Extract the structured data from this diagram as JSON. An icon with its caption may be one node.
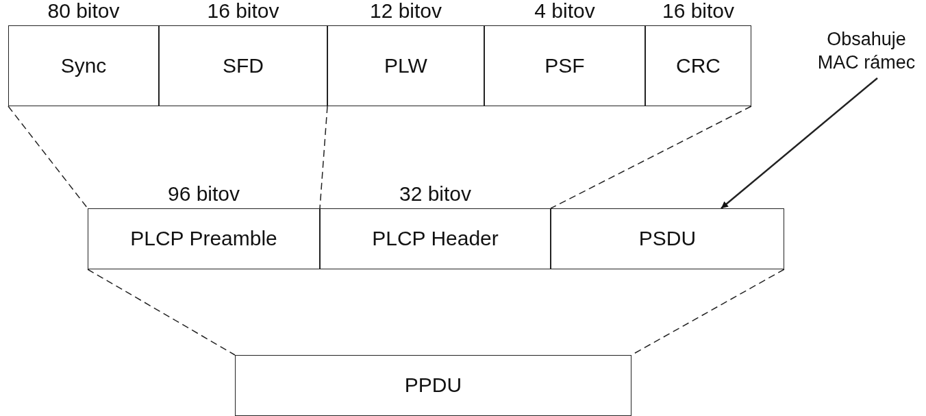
{
  "diagram": {
    "nodes": [
      {
        "text": [
          "Sync"
        ],
        "beside": [
          "80 bitov"
        ]
      },
      {
        "text": [
          "SFD"
        ],
        "beside": [
          "16 bitov"
        ]
      },
      {
        "text": [
          "PLW"
        ],
        "beside": [
          "12 bitov"
        ]
      },
      {
        "text": [
          "PSF"
        ],
        "beside": [
          "4 bitov"
        ]
      },
      {
        "text": [
          "CRC"
        ],
        "beside": [
          "16 bitov"
        ]
      },
      {
        "text": [
          "Obsahuje MAC rámec"
        ]
      },
      {
        "text": [
          "PLCP Preamble"
        ],
        "beside": [
          "96 bitov"
        ]
      },
      {
        "text": [
          "PLCP Header"
        ],
        "beside": [
          "32 bitov"
        ]
      },
      {
        "text": [
          "PSDU"
        ]
      },
      {
        "text": [
          "PPDU"
        ]
      }
    ],
    "edges": [
      {
        "from": 0,
        "to": 6,
        "arrow": "none",
        "style": "dashed"
      },
      {
        "from": 1,
        "to": 6,
        "arrow": "none",
        "style": "dashed"
      },
      {
        "from": 4,
        "to": 7,
        "arrow": "none",
        "style": "dashed"
      },
      {
        "from": 6,
        "to": 9,
        "arrow": "none",
        "style": "dashed"
      },
      {
        "from": 8,
        "to": 9,
        "arrow": "none",
        "style": "dashed"
      },
      {
        "from": 5,
        "to": 8,
        "arrow": "to"
      }
    ]
  }
}
